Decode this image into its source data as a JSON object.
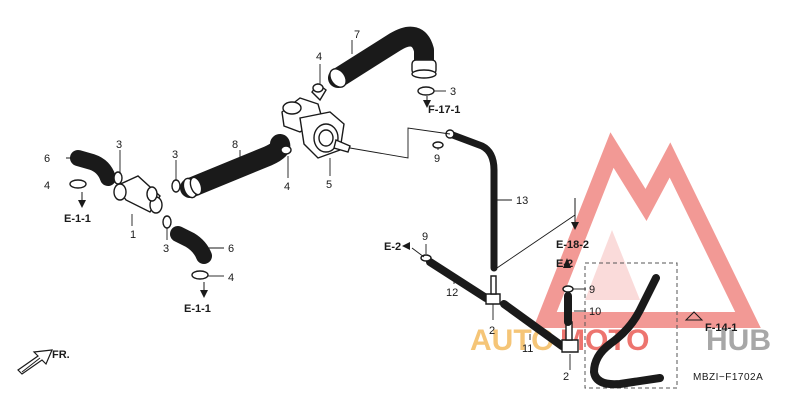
{
  "diagram": {
    "callouts": {
      "c1": "1",
      "c2a": "2",
      "c2b": "2",
      "c3a": "3",
      "c3b": "3",
      "c3c": "3",
      "c3d": "3",
      "c4a": "4",
      "c4b": "4",
      "c4c": "4",
      "c4d": "4",
      "c5": "5",
      "c6a": "6",
      "c6b": "6",
      "c7": "7",
      "c8": "8",
      "c9a": "9",
      "c9b": "9",
      "c9c": "9",
      "c10": "10",
      "c11": "11",
      "c12": "12",
      "c13": "13"
    },
    "refs": {
      "e11a": "E-1-1",
      "e11b": "E-1-1",
      "f171": "F-17-1",
      "e2a": "E-2",
      "e182": "E-18-2",
      "e2b": "E-2",
      "f141": "F-14-1"
    },
    "front_label": "FR.",
    "drawing_code": "MBZI−F1702A"
  },
  "watermark": {
    "text_a": "AUTO",
    "text_b": "MOTO",
    "text_c": "HUB",
    "color_red": "#e8473f",
    "color_orange": "#f2b24a",
    "color_gray": "#8a8a8a"
  }
}
